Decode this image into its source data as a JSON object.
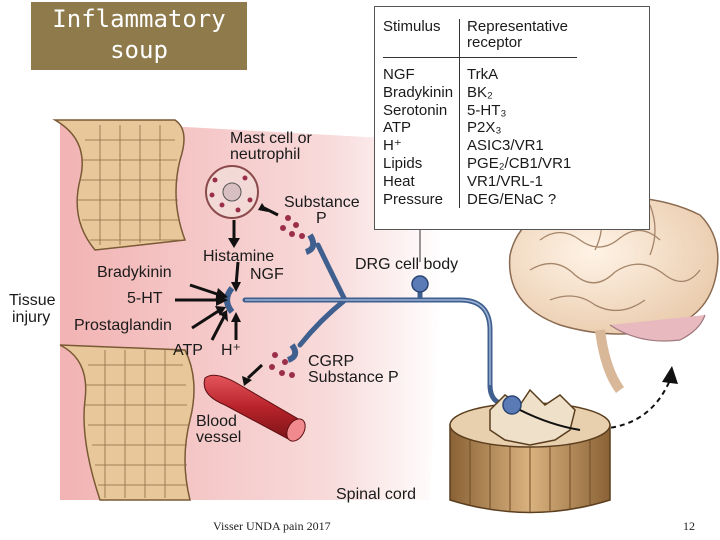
{
  "slide": {
    "title_line1": "Inflammatory",
    "title_line2": "soup",
    "footer": "Visser UNDA pain 2017",
    "page_number": "12"
  },
  "diagram": {
    "mast_cell": "Mast cell or",
    "mast_cell2": "neutrophil",
    "substance_p_top1": "Substance",
    "substance_p_top2": "P",
    "histamine": "Histamine",
    "ngf": "NGF",
    "bradykinin": "Bradykinin",
    "five_ht": "5-HT",
    "prostaglandin": "Prostaglandin",
    "atp": "ATP",
    "h_plus": "H⁺",
    "tissue_injury1": "Tissue",
    "tissue_injury2": "injury",
    "cgrp": "CGRP",
    "substance_p_bottom": "Substance P",
    "blood_vessel1": "Blood",
    "blood_vessel2": "vessel",
    "drg_cell_body": "DRG cell body",
    "spinal_cord": "Spinal cord"
  },
  "table": {
    "header_stimulus": "Stimulus",
    "header_receptor1": "Representative",
    "header_receptor2": "receptor",
    "rows": [
      {
        "stimulus": "NGF",
        "receptor": "TrkA"
      },
      {
        "stimulus": "Bradykinin",
        "receptor": "BK₂"
      },
      {
        "stimulus": "Serotonin",
        "receptor": "5-HT₃"
      },
      {
        "stimulus": "ATP",
        "receptor": "P2X₃"
      },
      {
        "stimulus": "H⁺",
        "receptor": "ASIC3/VR1"
      },
      {
        "stimulus": "Lipids",
        "receptor": "PGE₂/CB1/VR1"
      },
      {
        "stimulus": "Heat",
        "receptor": "VR1/VRL-1"
      },
      {
        "stimulus": "Pressure",
        "receptor": "DEG/ENaC ?"
      }
    ]
  },
  "colors": {
    "title_bg": "#8f7a4c",
    "nerve": "#3f5f8f",
    "tissue": "#e8c79a",
    "vessel": "#b8232a",
    "pink_bg": "#f6c9c9",
    "spinal": "#c9a77a"
  }
}
